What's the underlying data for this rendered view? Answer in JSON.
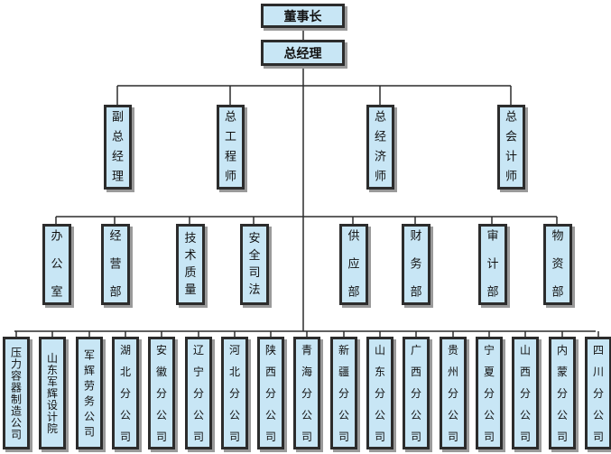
{
  "top": {
    "chairman": "董事长",
    "general_manager": "总经理"
  },
  "level2": [
    "副总经理",
    "总工程师",
    "总经济师",
    "总会计师"
  ],
  "level3": [
    "办公室",
    "经营部",
    "技术质量",
    "安全司法",
    "供应部",
    "财务部",
    "审计部",
    "物资部"
  ],
  "level4": [
    "压力容器制造公司",
    "山东军辉设计院",
    "军辉劳务公司",
    "湖北分公司",
    "安徽分公司",
    "辽宁分公司",
    "河北分公司",
    "陕西分公司",
    "青海分公司",
    "新疆分公司",
    "山东分公司",
    "广西分公司",
    "贵州分公司",
    "宁夏分公司",
    "山西分公司",
    "内蒙分公司",
    "四川分公司"
  ]
}
